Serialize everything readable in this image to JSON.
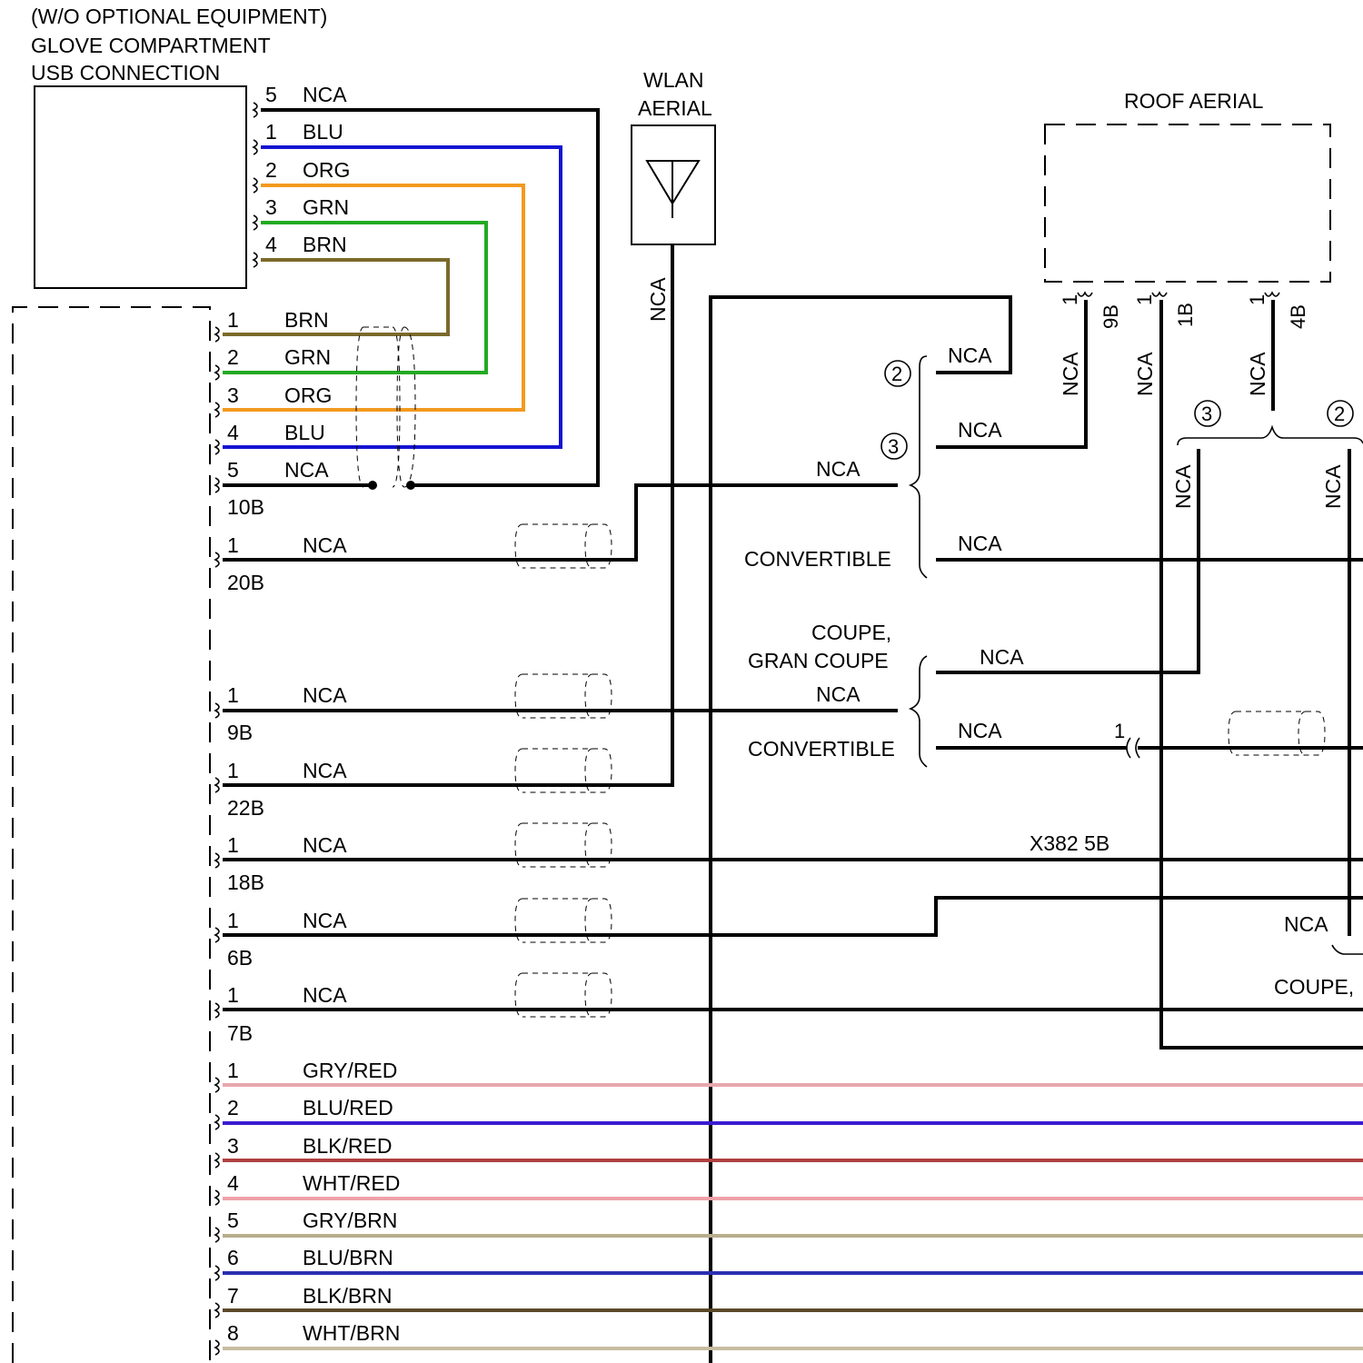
{
  "colors": {
    "BLU": "#1414d2",
    "ORG": "#f29a1f",
    "GRN": "#22aa22",
    "BRN": "#7b6a2b",
    "BLK": "#000000",
    "GRY_RED": "#e8a6ad",
    "BLU_RED": "#3a1bd0",
    "BLK_RED": "#b04040",
    "WHT_RED": "#f0a0a8",
    "GRY_BRN": "#b8ad8c",
    "BLU_BRN": "#2a2fb0",
    "BLK_BRN": "#5a4a2a",
    "WHT_BRN": "#c8bca0"
  },
  "usb": {
    "title_lines": [
      "(W/O OPTIONAL EQUIPMENT)",
      "GLOVE COMPARTMENT",
      "USB CONNECTION"
    ],
    "pins": [
      {
        "num": "5",
        "label": "NCA"
      },
      {
        "num": "1",
        "label": "BLU"
      },
      {
        "num": "2",
        "label": "ORG"
      },
      {
        "num": "3",
        "label": "GRN"
      },
      {
        "num": "4",
        "label": "BRN"
      }
    ]
  },
  "connector_10b": {
    "id": "10B",
    "pins": [
      {
        "num": "1",
        "label": "BRN"
      },
      {
        "num": "2",
        "label": "GRN"
      },
      {
        "num": "3",
        "label": "ORG"
      },
      {
        "num": "4",
        "label": "BLU"
      },
      {
        "num": "5",
        "label": "NCA"
      }
    ]
  },
  "single_connectors": [
    {
      "id": "20B",
      "num": "1",
      "label": "NCA"
    },
    {
      "id": "9B",
      "num": "1",
      "label": "NCA"
    },
    {
      "id": "22B",
      "num": "1",
      "label": "NCA"
    },
    {
      "id": "18B",
      "num": "1",
      "label": "NCA"
    },
    {
      "id": "6B",
      "num": "1",
      "label": "NCA"
    },
    {
      "id": "7B",
      "num": "1",
      "label": "NCA"
    }
  ],
  "speaker_pins": [
    {
      "num": "1",
      "label": "GRY/RED"
    },
    {
      "num": "2",
      "label": "BLU/RED"
    },
    {
      "num": "3",
      "label": "BLK/RED"
    },
    {
      "num": "4",
      "label": "WHT/RED"
    },
    {
      "num": "5",
      "label": "GRY/BRN"
    },
    {
      "num": "6",
      "label": "BLU/BRN"
    },
    {
      "num": "7",
      "label": "BLK/BRN"
    },
    {
      "num": "8",
      "label": "WHT/BRN"
    }
  ],
  "wlan": {
    "lines": [
      "WLAN",
      "AERIAL"
    ],
    "wire_label": "NCA"
  },
  "roof": {
    "title": "ROOF AERIAL",
    "pins": [
      {
        "num": "1",
        "id": "9B",
        "wire": "NCA"
      },
      {
        "num": "1",
        "id": "1B",
        "wire": "NCA"
      },
      {
        "num": "1",
        "id": "4B",
        "wire": "NCA"
      }
    ]
  },
  "variants": {
    "upper": [
      {
        "circle": "2",
        "label": "NCA"
      },
      {
        "circle": "3",
        "label": "NCA"
      },
      {
        "label": "NCA",
        "left_label": "NCA"
      },
      {
        "label": "NCA",
        "left_label": "CONVERTIBLE"
      }
    ],
    "lower": {
      "left_lines": [
        "COUPE,",
        "GRAN COUPE"
      ],
      "mid": "NCA",
      "bottom": "CONVERTIBLE",
      "top_label": "NCA",
      "bottom_label": "NCA",
      "inline_pin": "1"
    },
    "right_bracket": {
      "left_circle": "3",
      "right_circle": "2",
      "left_wire": "NCA",
      "right_wire": "NCA"
    }
  },
  "x382": "X382 5B",
  "right_edge": {
    "nca": "NCA",
    "coupe": "COUPE,"
  }
}
